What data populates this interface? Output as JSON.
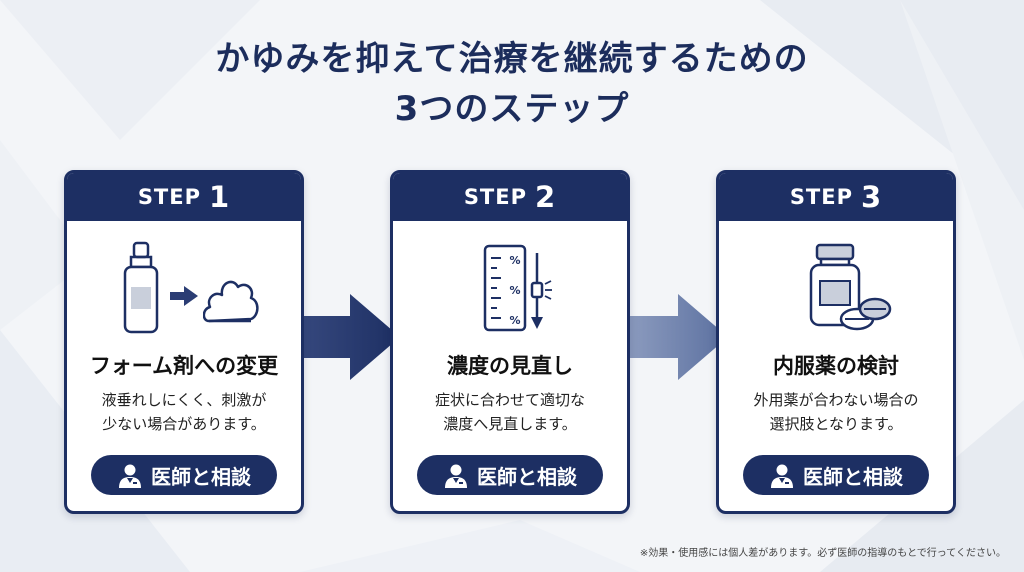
{
  "title": {
    "line1": "かゆみを抑えて治療を継続するための",
    "line2": "3つのステップ"
  },
  "steps": [
    {
      "label": "STEP",
      "number": "1",
      "title": "フォーム剤への変更",
      "desc1": "液垂れしにくく、刺激が",
      "desc2": "少ない場合があります。",
      "button": "医師と相談",
      "icons": [
        "spray-bottle-icon",
        "arrow-right-icon",
        "foam-icon"
      ]
    },
    {
      "label": "STEP",
      "number": "2",
      "title": "濃度の見直し",
      "desc1": "症状に合わせて適切な",
      "desc2": "濃度へ見直します。",
      "button": "医師と相談",
      "icons": [
        "concentration-gauge-icon",
        "slider-icon"
      ]
    },
    {
      "label": "STEP",
      "number": "3",
      "title": "内服薬の検討",
      "desc1": "外用薬が合わない場合の",
      "desc2": "選択肢となります。",
      "button": "医師と相談",
      "icons": [
        "medicine-bottle-icon",
        "pills-icon"
      ]
    }
  ],
  "gauge_marks": [
    "%",
    "%",
    "%"
  ],
  "footnote": "※効果・使用感には個人差があります。必ず医師の指導のもとで行ってください。",
  "colors": {
    "navy": "#1d2f63",
    "title": "#1c2d5c",
    "background": "#f3f5f8"
  }
}
